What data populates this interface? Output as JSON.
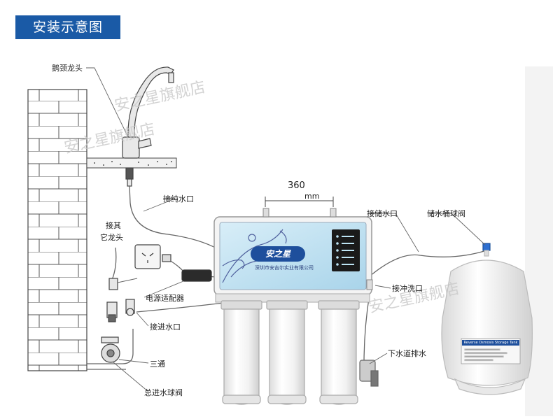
{
  "header": {
    "title": "安装示意图"
  },
  "dimension": {
    "value": "360",
    "unit": "mm"
  },
  "labels": {
    "gooseneck_faucet": "鹅颈龙头",
    "pure_water_outlet": "接纯水口",
    "connect_other_faucet_1": "接其",
    "connect_other_faucet_2": "它龙头",
    "power_adapter": "电源适配器",
    "water_inlet": "接进水口",
    "tee": "三通",
    "main_inlet_ball_valve": "总进水球阀",
    "storage_outlet": "接储水口",
    "tank_ball_valve": "储水桶球阀",
    "flush_outlet": "接冲洗口",
    "drain_outlet": "下水道排水"
  },
  "device": {
    "brand_logo": "安之星",
    "company": "深圳市安吉尔实业有限公司"
  },
  "tank": {
    "label_title": "Reverse Osmosis Storage Tank"
  },
  "watermarks": [
    "安之星旗舰店",
    "安之星旗舰店",
    "安之星旗舰店"
  ],
  "colors": {
    "header_bg": "#1a5aa6",
    "panel_blue": "#bfe0f0",
    "line": "#555555"
  }
}
